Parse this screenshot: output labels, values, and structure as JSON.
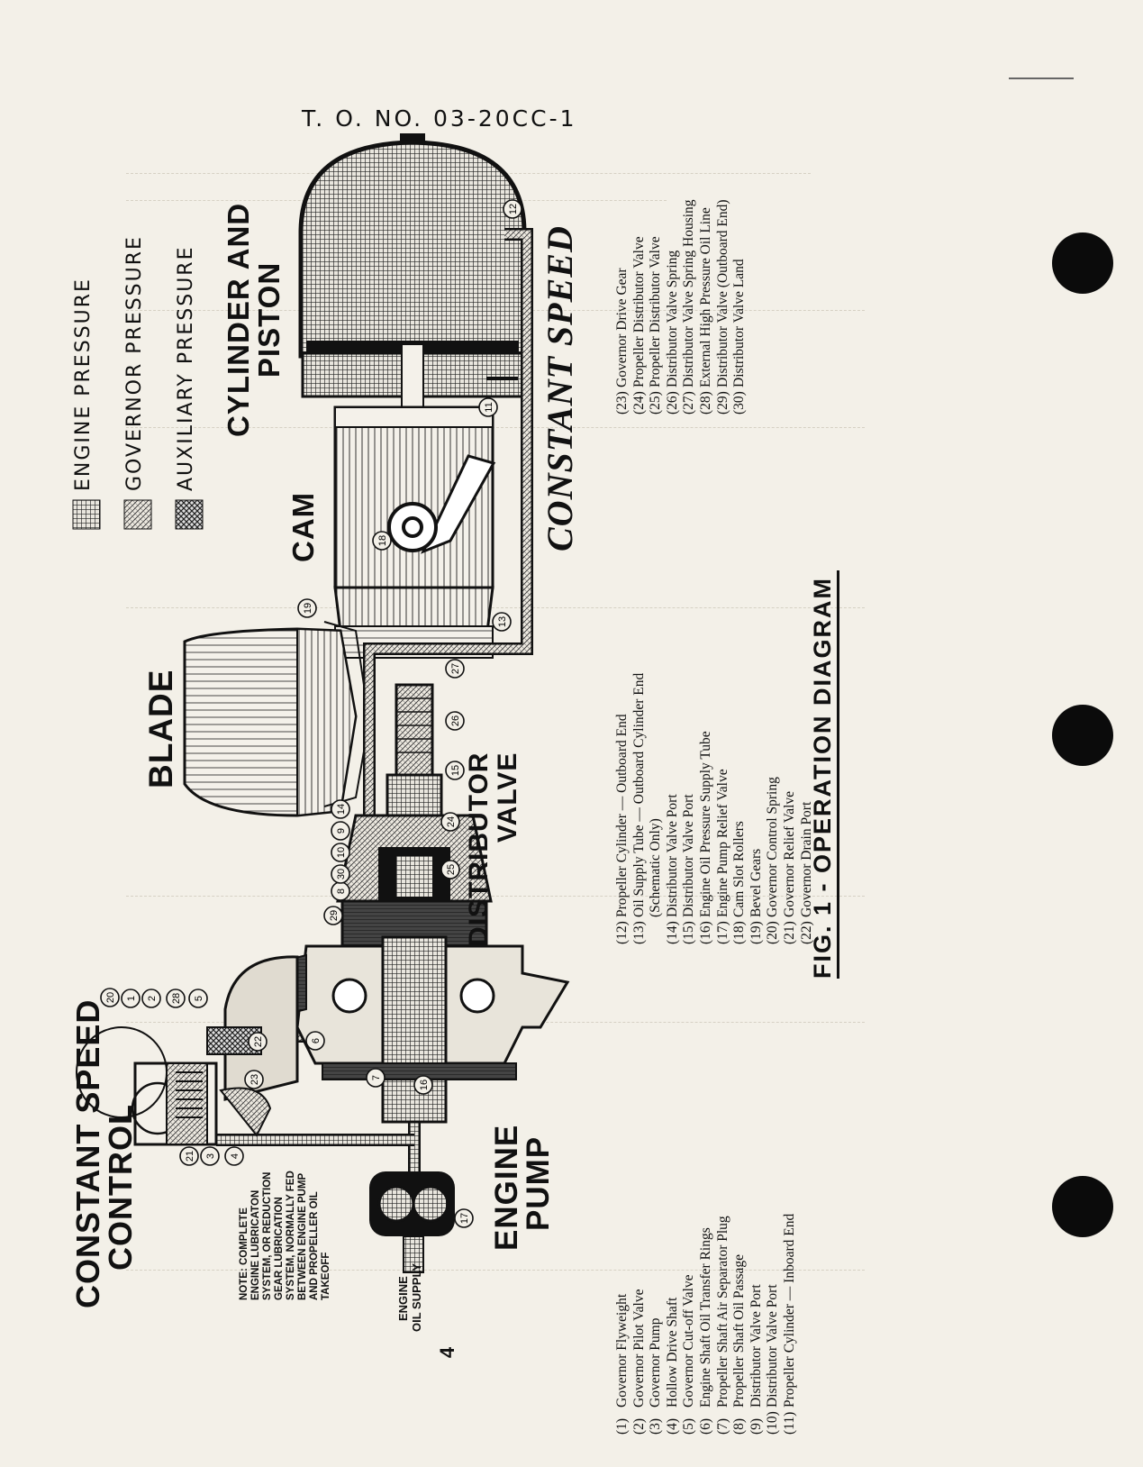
{
  "doc_number": "T. O. NO. 03-20CC-1",
  "page_number": "4",
  "legend": [
    {
      "label": "ENGINE PRESSURE",
      "pattern": "grid"
    },
    {
      "label": "GOVERNOR PRESSURE",
      "pattern": "diag-light"
    },
    {
      "label": "AUXILIARY PRESSURE",
      "pattern": "cross"
    }
  ],
  "labels": {
    "cylinder_and_piston_1": "CYLINDER AND",
    "cylinder_and_piston_2": "PISTON",
    "cam": "CAM",
    "blade": "BLADE",
    "constant_speed": "CONSTANT SPEED",
    "distributor_valve_1": "DISTRIBUTOR",
    "distributor_valve_2": "VALVE",
    "constant_speed_control_1": "CONSTANT SPEED",
    "constant_speed_control_2": "CONTROL",
    "engine_pump_1": "ENGINE",
    "engine_pump_2": "PUMP",
    "engine_oil_supply_1": "ENGINE",
    "engine_oil_supply_2": "OIL SUPPLY"
  },
  "note_lines": [
    "NOTE: COMPLETE",
    "ENGINE LUBRICATON",
    "SYSTEM, OR REDUCTION",
    "GEAR LUBRICATION",
    "SYSTEM, NORMALLY FED",
    "BETWEEN ENGINE PUMP",
    "AND PROPELLER OIL",
    "TAKEOFF"
  ],
  "figure_caption": "FIG. 1 - OPERATION DIAGRAM",
  "parts_col1": [
    {
      "num": "(1)",
      "name": "Governor Flyweight"
    },
    {
      "num": "(2)",
      "name": "Governor Pilot Valve"
    },
    {
      "num": "(3)",
      "name": "Governor Pump"
    },
    {
      "num": "(4)",
      "name": "Hollow Drive Shaft"
    },
    {
      "num": "(5)",
      "name": "Governor Cut-off Valve"
    },
    {
      "num": "(6)",
      "name": "Engine Shaft Oil Transfer Rings"
    },
    {
      "num": "(7)",
      "name": "Propeller Shaft Air Separator Plug"
    },
    {
      "num": "(8)",
      "name": "Propeller Shaft Oil Passage"
    },
    {
      "num": "(9)",
      "name": "Distributor Valve Port"
    },
    {
      "num": "(10)",
      "name": "Distributor Valve Port"
    },
    {
      "num": "(11)",
      "name": "Propeller Cylinder — Inboard End"
    }
  ],
  "parts_col2": [
    {
      "num": "(12)",
      "name": "Propeller Cylinder — Outboard End"
    },
    {
      "num": "(13)",
      "name": "Oil Supply Tube — Outboard Cylinder End"
    },
    {
      "num": "",
      "name": "(Schematic Only)"
    },
    {
      "num": "(14)",
      "name": "Distributor Valve Port"
    },
    {
      "num": "(15)",
      "name": "Distributor Valve Port"
    },
    {
      "num": "(16)",
      "name": "Engine Oil Pressure Supply Tube"
    },
    {
      "num": "(17)",
      "name": "Engine Pump Relief Valve"
    },
    {
      "num": "(18)",
      "name": "Cam Slot Rollers"
    },
    {
      "num": "(19)",
      "name": "Bevel Gears"
    },
    {
      "num": "(20)",
      "name": "Governor Control Spring"
    },
    {
      "num": "(21)",
      "name": "Governor Relief Valve"
    },
    {
      "num": "(22)",
      "name": "Governor Drain Port"
    }
  ],
  "parts_col3": [
    {
      "num": "(23)",
      "name": "Governor Drive Gear"
    },
    {
      "num": "(24)",
      "name": "Propeller Distributor Valve"
    },
    {
      "num": "(25)",
      "name": "Propeller Distributor Valve"
    },
    {
      "num": "(26)",
      "name": "Distributor Valve Spring"
    },
    {
      "num": "(27)",
      "name": "Distributor Valve Spring Housing"
    },
    {
      "num": "(28)",
      "name": "External High Pressure Oil Line"
    },
    {
      "num": "(29)",
      "name": "Distributor Valve (Outboard End)"
    },
    {
      "num": "(30)",
      "name": "Distributor Valve Land"
    }
  ],
  "callouts": [
    "1",
    "2",
    "3",
    "4",
    "5",
    "6",
    "7",
    "8",
    "9",
    "10",
    "11",
    "12",
    "13",
    "14",
    "15",
    "16",
    "17",
    "18",
    "19",
    "20",
    "21",
    "22",
    "23",
    "24",
    "25",
    "26",
    "27",
    "28",
    "29",
    "30"
  ]
}
